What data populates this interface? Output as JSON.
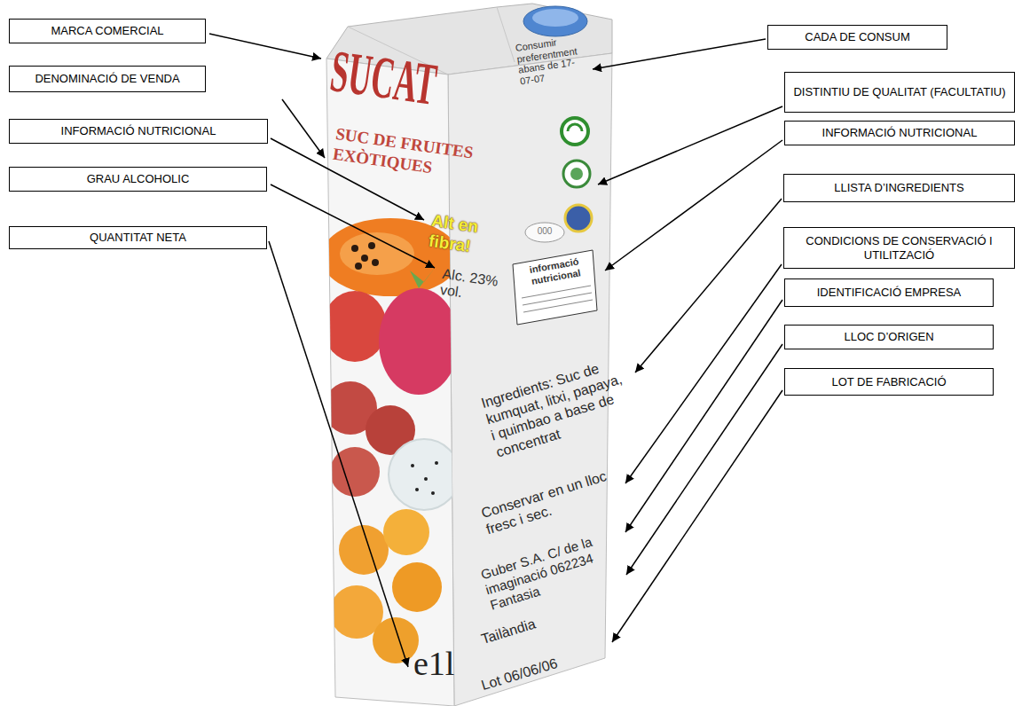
{
  "diagram": {
    "nodes": [
      {
        "text": [
          "MARCA COMERCIAL"
        ]
      },
      {
        "text": [
          "CADA DE CONSUM"
        ]
      },
      {
        "text": [
          "DENOMINACIÓ DE VENDA"
        ]
      },
      {
        "text": [
          "DISTINTIU DE QUALITAT (FACULTATIU)"
        ]
      },
      {
        "text": [
          "INFORMACIÓ NUTRICIONAL"
        ]
      },
      {
        "text": [
          "INFORMACIÓ NUTRICIONAL"
        ]
      },
      {
        "text": [
          "GRAU ALCOHOLIC"
        ]
      },
      {
        "text": [
          "LLISTA D’INGREDIENTS"
        ]
      },
      {
        "text": [
          "QUANTITAT NETA"
        ]
      },
      {
        "text": [
          "CONDICIONS DE CONSERVACIÓ I UTILITZACIÓ"
        ]
      },
      {
        "text": [
          "IDENTIFICACIÓ EMPRESA"
        ]
      },
      {
        "text": [
          "LLOC D’ORIGEN"
        ]
      },
      {
        "text": [
          "LOT DE FABRICACIÓ"
        ]
      }
    ],
    "labels": [
      "SUCAT",
      "SUC DE FRUITES EXÒTIQUES",
      "Alt en fibra!",
      "Alc. 23% vol.",
      "e1l",
      "Consumir preferentment abans de 17-07-07",
      "000",
      "informació nutricional",
      "Ingredients: Suc de kumquat, litxi, papaya, i quimbao a base de concentrat",
      "Conservar en un lloc fresc i sec.",
      "Guber S.A. C/ de la imaginació 062234 Fantasia",
      "Tailàndia",
      "Lot 06/06/06"
    ]
  }
}
